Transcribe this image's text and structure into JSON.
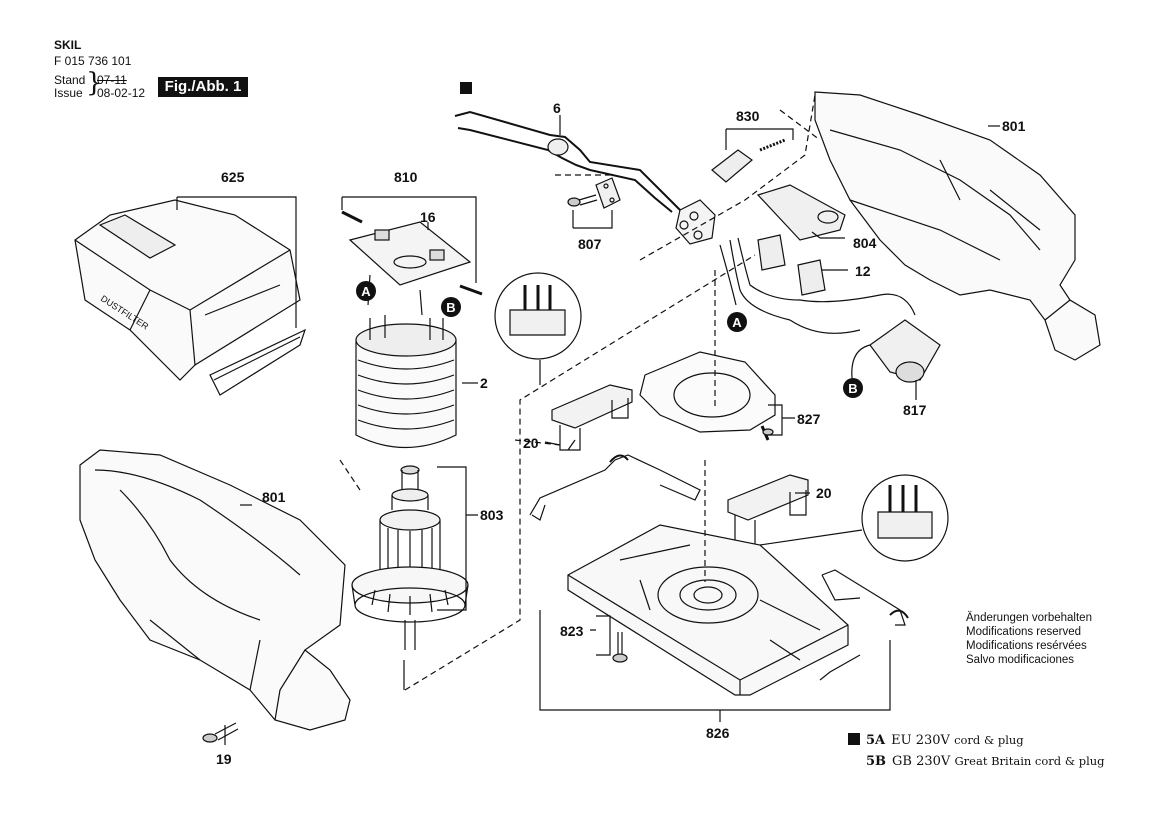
{
  "header": {
    "brand": "SKIL",
    "part_number": "F 015 736 101",
    "stand_label": "Stand",
    "issue_label": "Issue",
    "stand_value": "07-11",
    "issue_value": "08-02-12",
    "figure_label": "Fig./Abb. 1"
  },
  "labels": {
    "p625": "625",
    "p810": "810",
    "p16": "16",
    "p2": "2",
    "p801_left": "801",
    "p803": "803",
    "p19": "19",
    "p6": "6",
    "p830": "830",
    "p801_right": "801",
    "p807": "807",
    "p804": "804",
    "p12": "12",
    "p817": "817",
    "p827": "827",
    "p20_left": "20",
    "p20_right": "20",
    "p823": "823",
    "p826": "826",
    "marker_5a": "■",
    "connector_a": "A",
    "connector_b": "B"
  },
  "notes": [
    "Änderungen vorbehalten",
    "Modifications reserved",
    "Modifications resérvées",
    "Salvo modificaciones"
  ],
  "legend": [
    {
      "code": "5A",
      "desc_main": "EU 230V",
      "desc_sub": "cord & plug"
    },
    {
      "code": "5B",
      "desc_main": "GB 230V",
      "desc_sub": "Great Britain cord & plug"
    }
  ],
  "filter_text": "DUSTFILTER"
}
